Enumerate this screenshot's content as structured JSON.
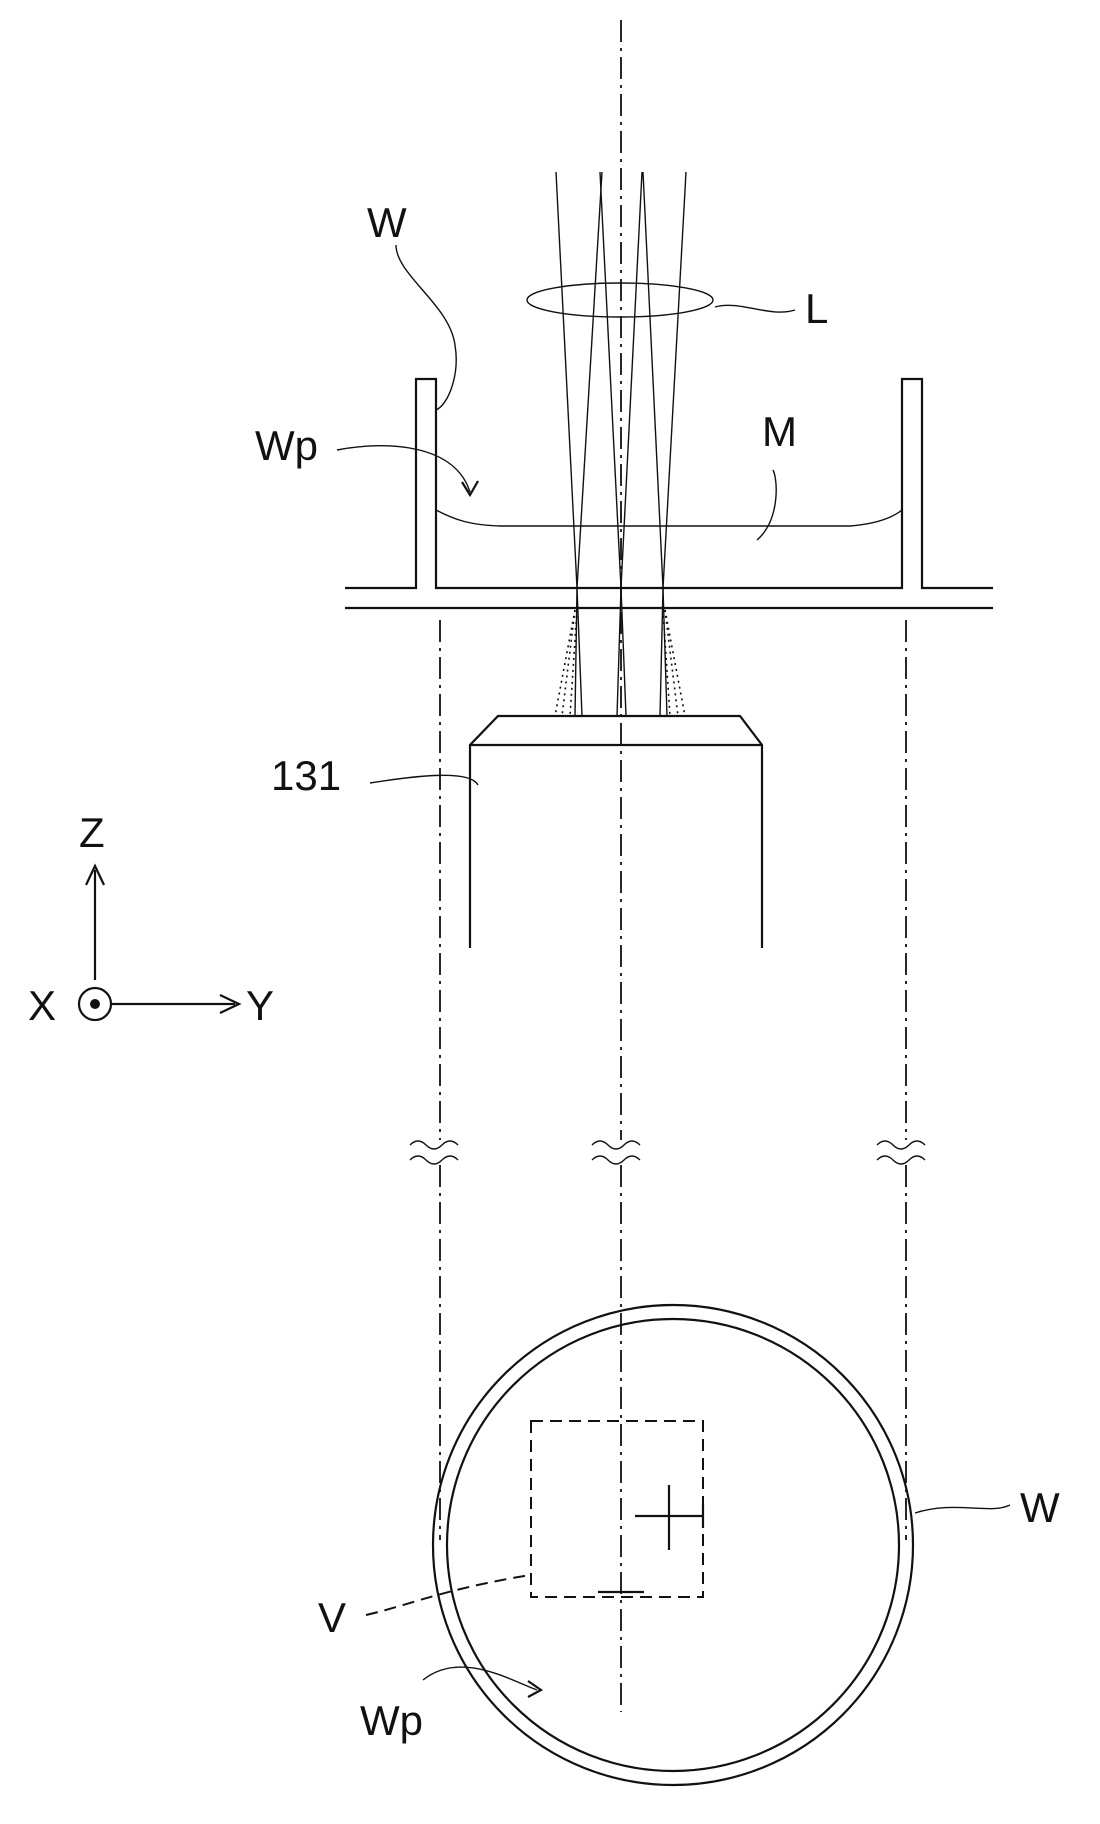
{
  "labels": {
    "well_top": "W",
    "light": "L",
    "well_bottom_top": "Wp",
    "medium": "M",
    "objective": "131",
    "axis_z": "Z",
    "axis_x": "X",
    "axis_y": "Y",
    "field_of_view": "V",
    "well_right": "W",
    "well_bottom_lower": "Wp"
  }
}
